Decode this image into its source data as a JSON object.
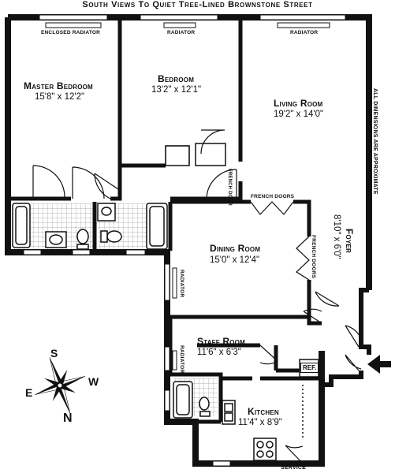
{
  "header": {
    "title": "South Views To Quiet Tree-Lined Brownstone Street"
  },
  "rooms": {
    "master_bedroom": {
      "name": "Master Bedroom",
      "dims": "15'8\" x 12'2\""
    },
    "bedroom": {
      "name": "Bedroom",
      "dims": "13'2\" x 12'1\""
    },
    "living_room": {
      "name": "Living Room",
      "dims": "19'2\" x 14'0\""
    },
    "dining_room": {
      "name": "Dining Room",
      "dims": "15'0\" x 12'4\""
    },
    "foyer": {
      "name": "Foyer",
      "dims": "8'10\" x 6'0\""
    },
    "staff_room": {
      "name": "Staff Room",
      "dims": "11'6\" x 6'3\""
    },
    "kitchen": {
      "name": "Kitchen",
      "dims": "11'4\" x 8'9\""
    }
  },
  "labels": {
    "enclosed_radiator": "ENCLOSED RADIATOR",
    "radiator": "RADIATOR",
    "french_door": "FRENCH DOOR",
    "french_doors": "FRENCH DOORS",
    "approx_note": "ALL DIMENSIONS ARE APPROXIMATE",
    "ref": "REF.",
    "service": "SERVICE"
  },
  "compass": {
    "s": "S",
    "w": "W",
    "e": "E",
    "n": "N"
  }
}
